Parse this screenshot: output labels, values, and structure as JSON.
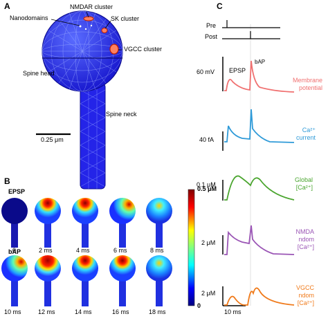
{
  "panel_a": {
    "letter": "A",
    "labels": {
      "nmdar": "NMDAR cluster",
      "nanodomains": "Nanodomains",
      "sk": "SK cluster",
      "vgcc": "VGCC cluster",
      "spine_head": "Spine head",
      "spine_neck": "Spine neck",
      "scale": "0.25 μm"
    },
    "colors": {
      "mesh": "#1010e0",
      "cluster": "#e83a2a",
      "cluster_fill": "#ff8060"
    }
  },
  "panel_b": {
    "letter": "B",
    "row1_label": "EPSP",
    "row2_label": "bAP",
    "row1_times": [
      "0",
      "2 ms",
      "4 ms",
      "6 ms",
      "8 ms"
    ],
    "row2_times": [
      "10 ms",
      "12 ms",
      "14 ms",
      "16 ms",
      "18 ms"
    ],
    "colorbar_max": "0.5 μM",
    "colorbar_min": "0"
  },
  "panel_c": {
    "letter": "C",
    "pre": "Pre",
    "post": "Post",
    "scale_time": "10 ms",
    "traces": [
      {
        "name_lines": [
          "Membrane",
          "potential"
        ],
        "scale": "60 mV",
        "color": "#f07070",
        "epsp": "EPSP",
        "bap": "bAP"
      },
      {
        "name_lines": [
          "Ca²⁺",
          "current"
        ],
        "scale": "40 fA",
        "color": "#2e9ad8"
      },
      {
        "name_lines": [
          "Global",
          "[Ca²⁺]"
        ],
        "scale": "0.1 μM",
        "color": "#4aa52e"
      },
      {
        "name_lines": [
          "NMDA",
          "ndom",
          "[Ca²⁺]"
        ],
        "scale": "2 μM",
        "color": "#9a55b5"
      },
      {
        "name_lines": [
          "VGCC",
          "ndom",
          "[Ca²⁺]"
        ],
        "scale": "2 μM",
        "color": "#f07a1a"
      }
    ]
  }
}
